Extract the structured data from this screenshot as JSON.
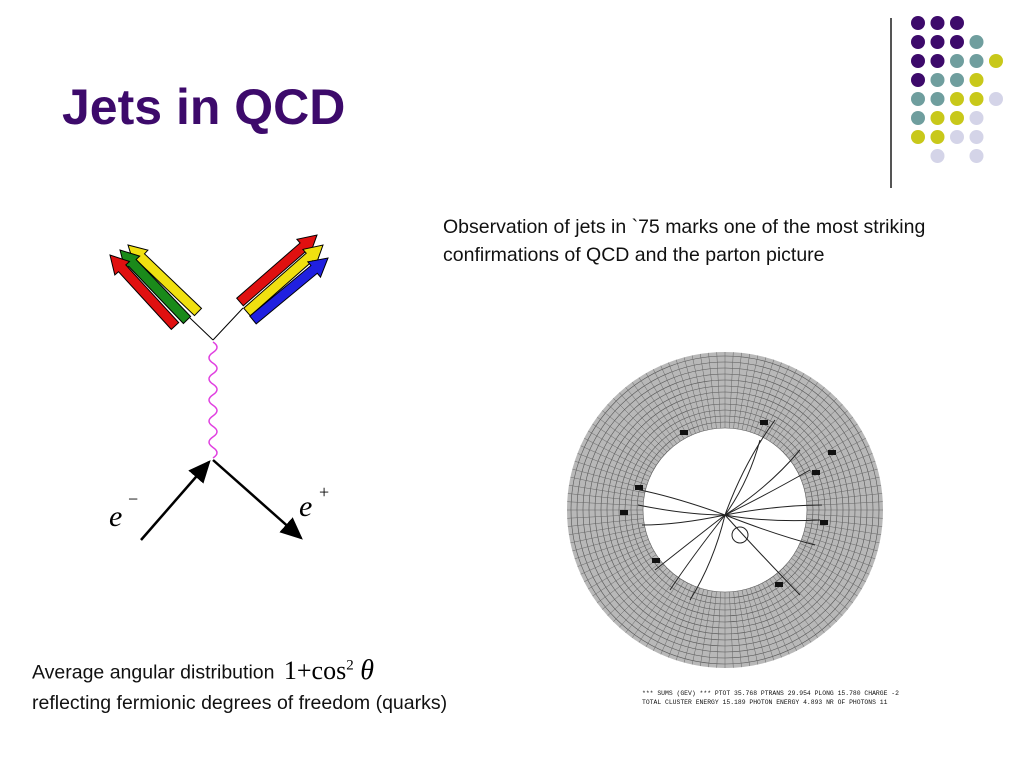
{
  "slide": {
    "title": "Jets in QCD",
    "title_color": "#3d0a6b",
    "intro_text": "Observation of jets in `75 marks one of the most striking confirmations of QCD and the parton picture",
    "caption": {
      "line1": "Average angular distribution",
      "formula_base": "1+cos",
      "formula_exp": "2",
      "formula_var": "θ",
      "line2": "reflecting fermionic degrees of freedom (quarks)"
    },
    "feynman": {
      "electron_label": "e",
      "electron_sign": "−",
      "positron_label": "e",
      "positron_sign": "+",
      "photon_color": "#e040e0",
      "jet_colors": [
        "#e01010",
        "#1a8a1a",
        "#f0e010",
        "#2020e0"
      ]
    },
    "event_readout": {
      "line1": "*** SUMS (GEV) ***   PTOT  35.768   PTRANS  29.954  PLONG  15.780  CHARGE  -2",
      "line2": "TOTAL CLUSTER ENERGY  15.189  PHOTON ENERGY   4.893  NR OF PHOTONS  11"
    },
    "decor_colors": [
      "#3d0a6b",
      "#6f9e9e",
      "#c8c81a",
      "#d4d4e8"
    ]
  }
}
